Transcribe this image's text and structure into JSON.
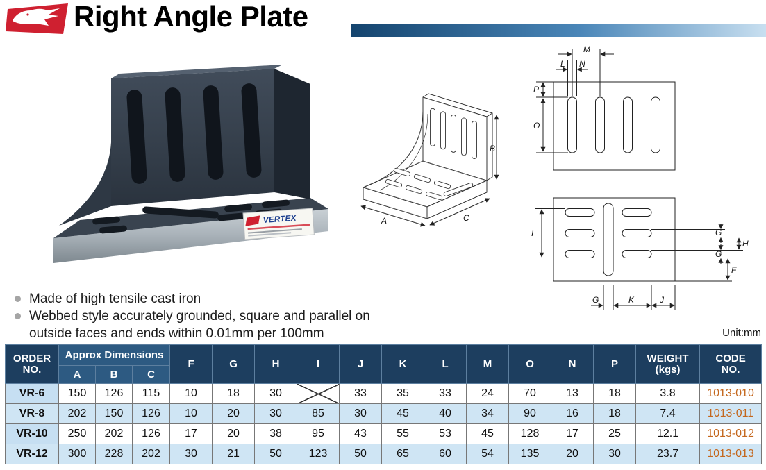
{
  "header": {
    "title": "Right Angle Plate"
  },
  "photo": {
    "sticker_brand": "VERTEX"
  },
  "diagrams": {
    "iso": {
      "a": "A",
      "b": "B",
      "c": "C"
    },
    "front_view": {
      "m": "M",
      "l": "L",
      "n": "N",
      "p": "P",
      "o": "O"
    },
    "plan_view": {
      "i": "I",
      "g1": "G",
      "h": "H",
      "g2": "G",
      "f": "F",
      "g3": "G",
      "k": "K",
      "j": "J"
    }
  },
  "features": [
    "Made of high tensile cast iron",
    "Webbed style accurately grounded, square and parallel on outside faces and ends within 0.01mm per 100mm"
  ],
  "unit_label": "Unit:mm",
  "table": {
    "headers": {
      "order": [
        "ORDER",
        "NO."
      ],
      "approx": "Approx Dimensions",
      "dims": [
        "A",
        "B",
        "C"
      ],
      "cols": [
        "F",
        "G",
        "H",
        "I",
        "J",
        "K",
        "L",
        "M",
        "O",
        "N",
        "P"
      ],
      "weight": [
        "WEIGHT",
        "(kgs)"
      ],
      "code": [
        "CODE",
        "NO."
      ]
    },
    "rows": [
      [
        "VR-6",
        "150",
        "126",
        "115",
        "10",
        "18",
        "30",
        "",
        "33",
        "35",
        "33",
        "24",
        "70",
        "13",
        "18",
        "3.8",
        "1013-010"
      ],
      [
        "VR-8",
        "202",
        "150",
        "126",
        "10",
        "20",
        "30",
        "85",
        "30",
        "45",
        "40",
        "34",
        "90",
        "16",
        "18",
        "7.4",
        "1013-011"
      ],
      [
        "VR-10",
        "250",
        "202",
        "126",
        "17",
        "20",
        "38",
        "95",
        "43",
        "55",
        "53",
        "45",
        "128",
        "17",
        "25",
        "12.1",
        "1013-012"
      ],
      [
        "VR-12",
        "300",
        "228",
        "202",
        "30",
        "21",
        "50",
        "123",
        "50",
        "65",
        "60",
        "54",
        "135",
        "20",
        "30",
        "23.7",
        "1013-013"
      ]
    ]
  },
  "colors": {
    "brand_red": "#cf2030",
    "accent_bar_blue": "#14446e",
    "table_header_navy": "#1d3e5f",
    "table_subheader_blue": "#2d5a82",
    "row_alt_blue": "#cfe5f4",
    "order_column_blue": "#c6dff2",
    "code_text_orange": "#c4671d"
  }
}
